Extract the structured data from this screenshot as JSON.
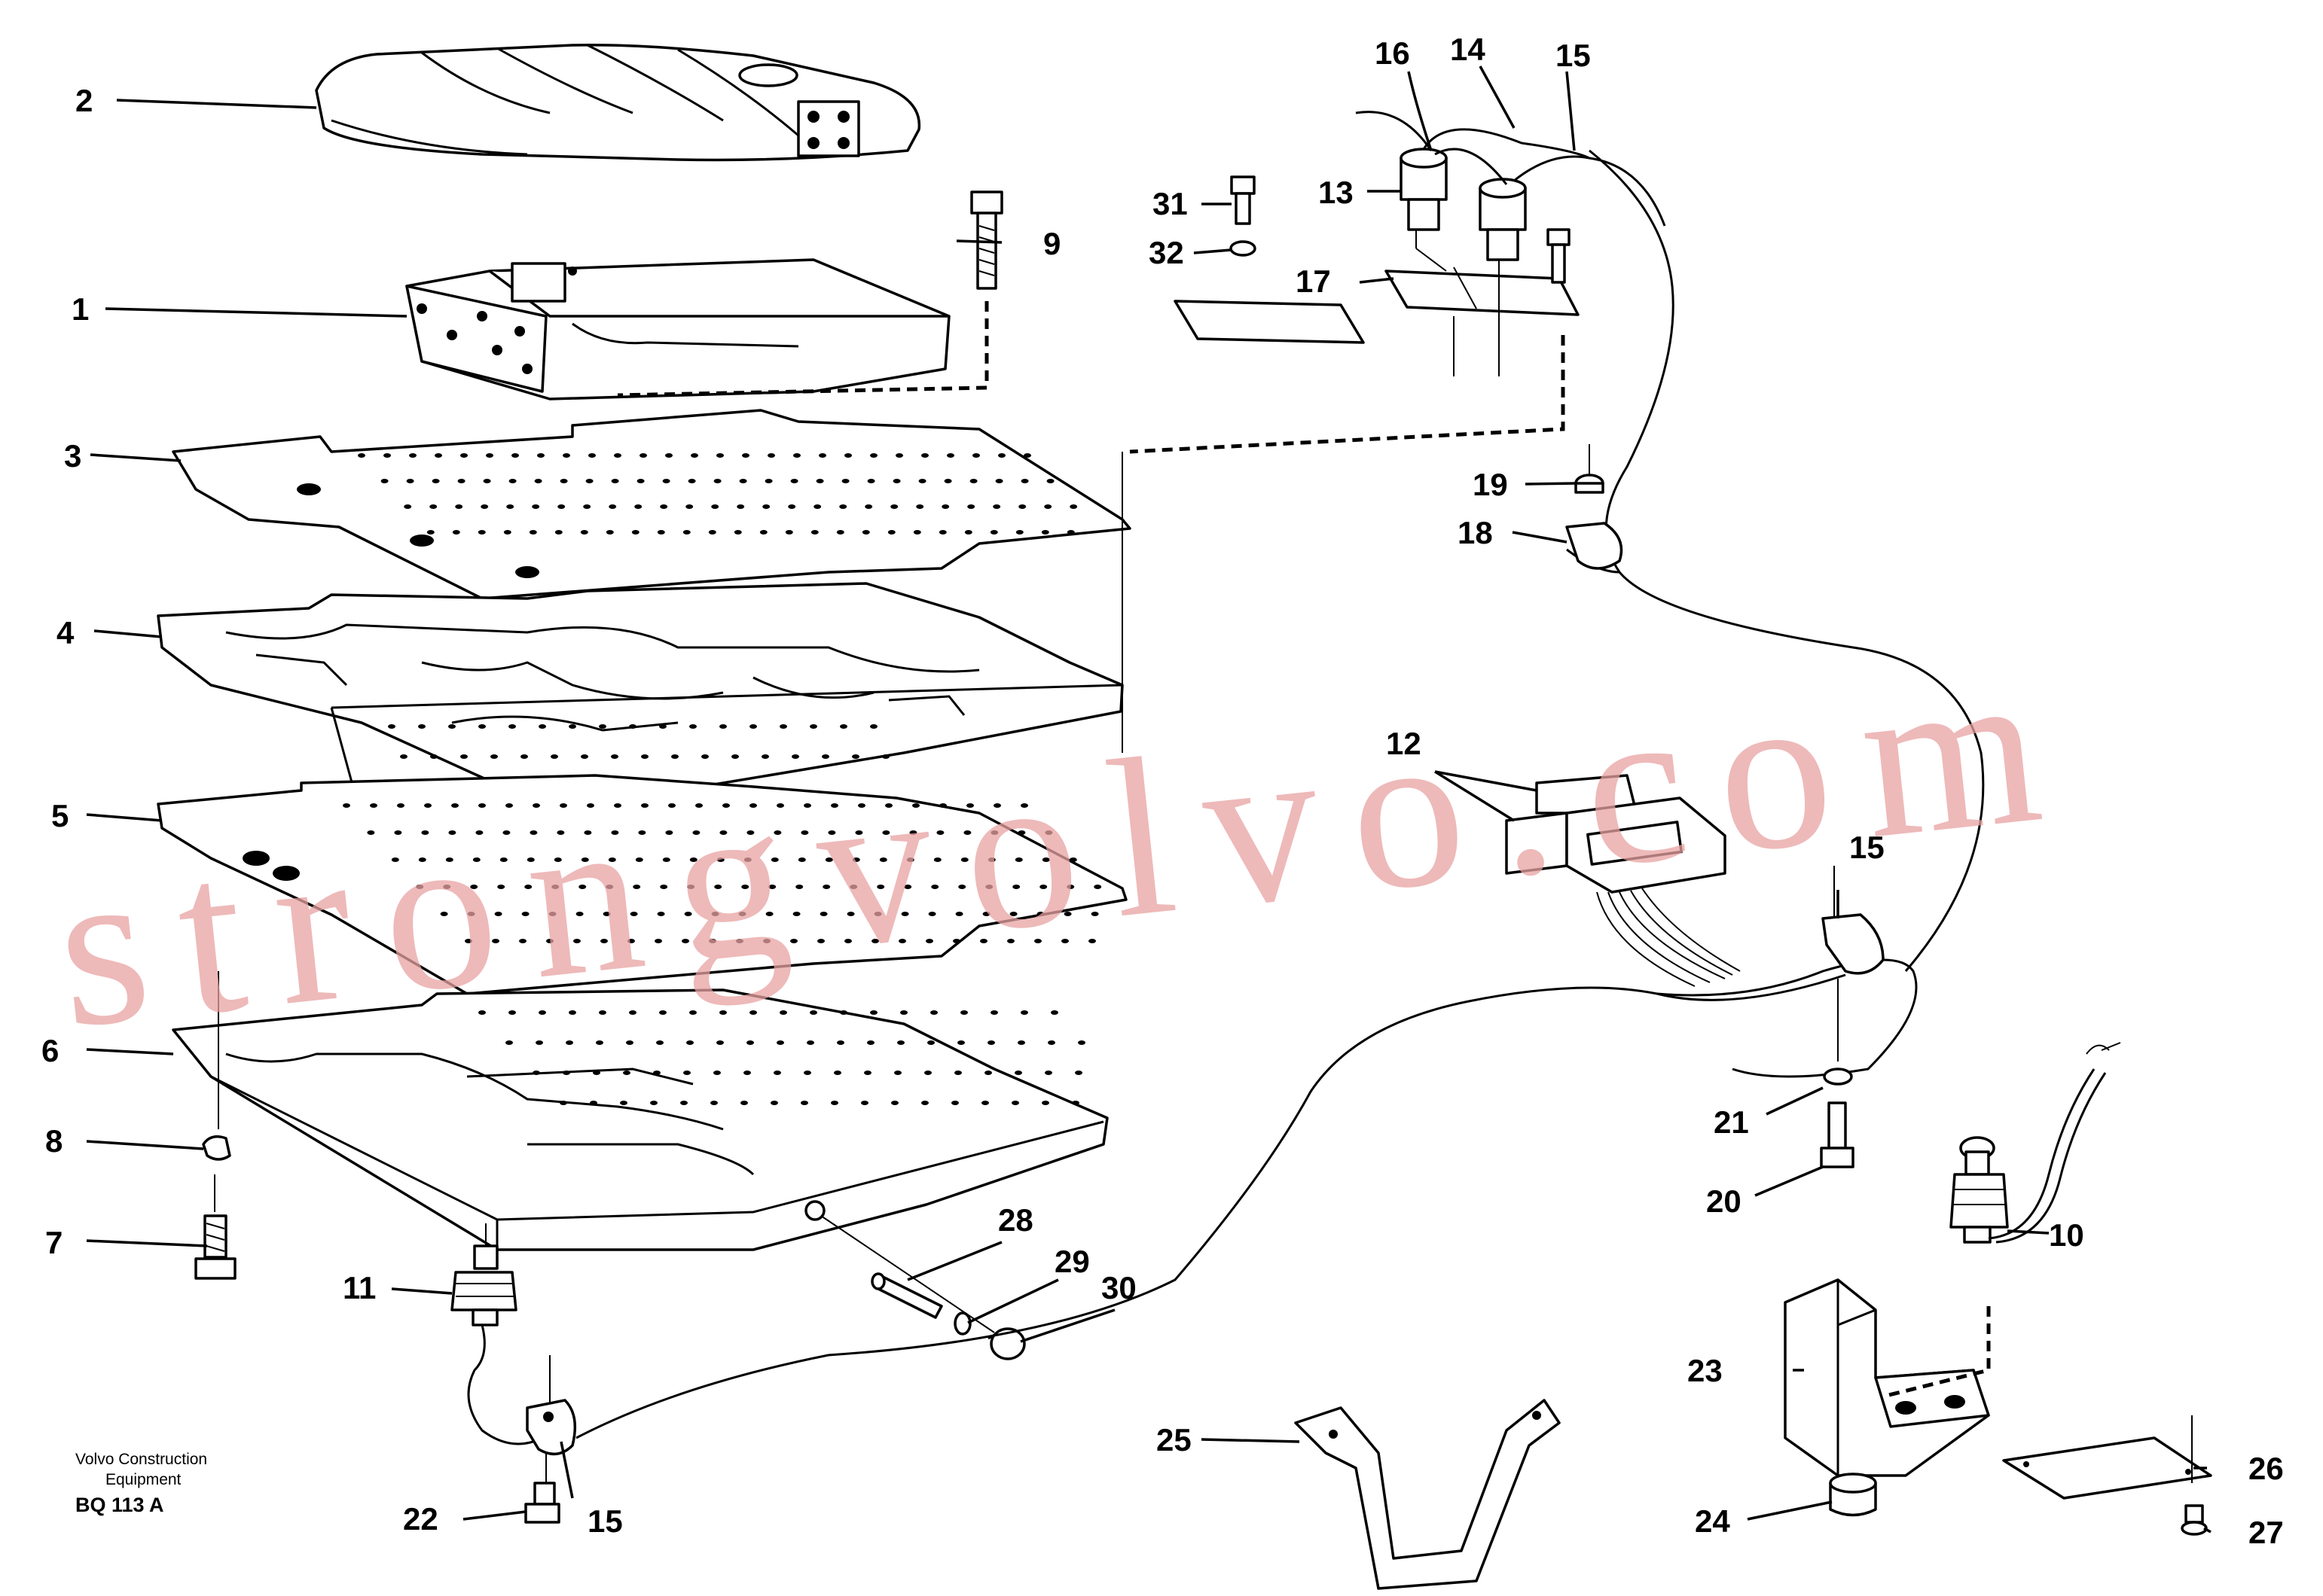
{
  "diagram": {
    "watermark": "strongvolvo.com",
    "caption_line1": "Volvo Construction",
    "caption_line2": "Equipment",
    "drawing_code": "BQ 113 A",
    "callouts": [
      "1",
      "2",
      "3",
      "4",
      "5",
      "6",
      "7",
      "8",
      "9",
      "10",
      "11",
      "12",
      "13",
      "14",
      "15",
      "16",
      "17",
      "18",
      "19",
      "20",
      "21",
      "22",
      "23",
      "24",
      "25",
      "26",
      "27",
      "28",
      "29",
      "30",
      "31",
      "32"
    ],
    "callout_15_repeats": [
      "15",
      "15"
    ]
  }
}
